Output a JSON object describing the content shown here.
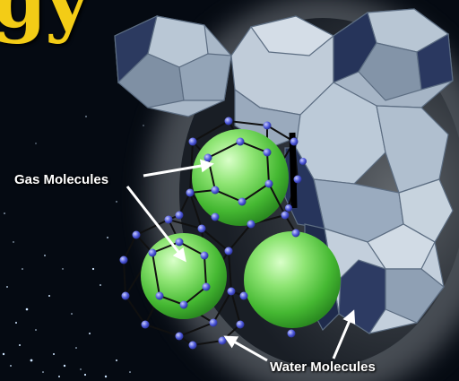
{
  "title_fragment": "gy",
  "labels": {
    "gas_molecules": "Gas Molecules",
    "water_molecules": "Water Molecules"
  },
  "colors": {
    "title": "#f3cc16",
    "sphere": "#5fd44a",
    "node": "#4a55d8",
    "cage_face_light": "#9fb0c2",
    "cage_face_dark": "#2f3f66",
    "label_text": "#ffffff",
    "background": "#050a12"
  }
}
